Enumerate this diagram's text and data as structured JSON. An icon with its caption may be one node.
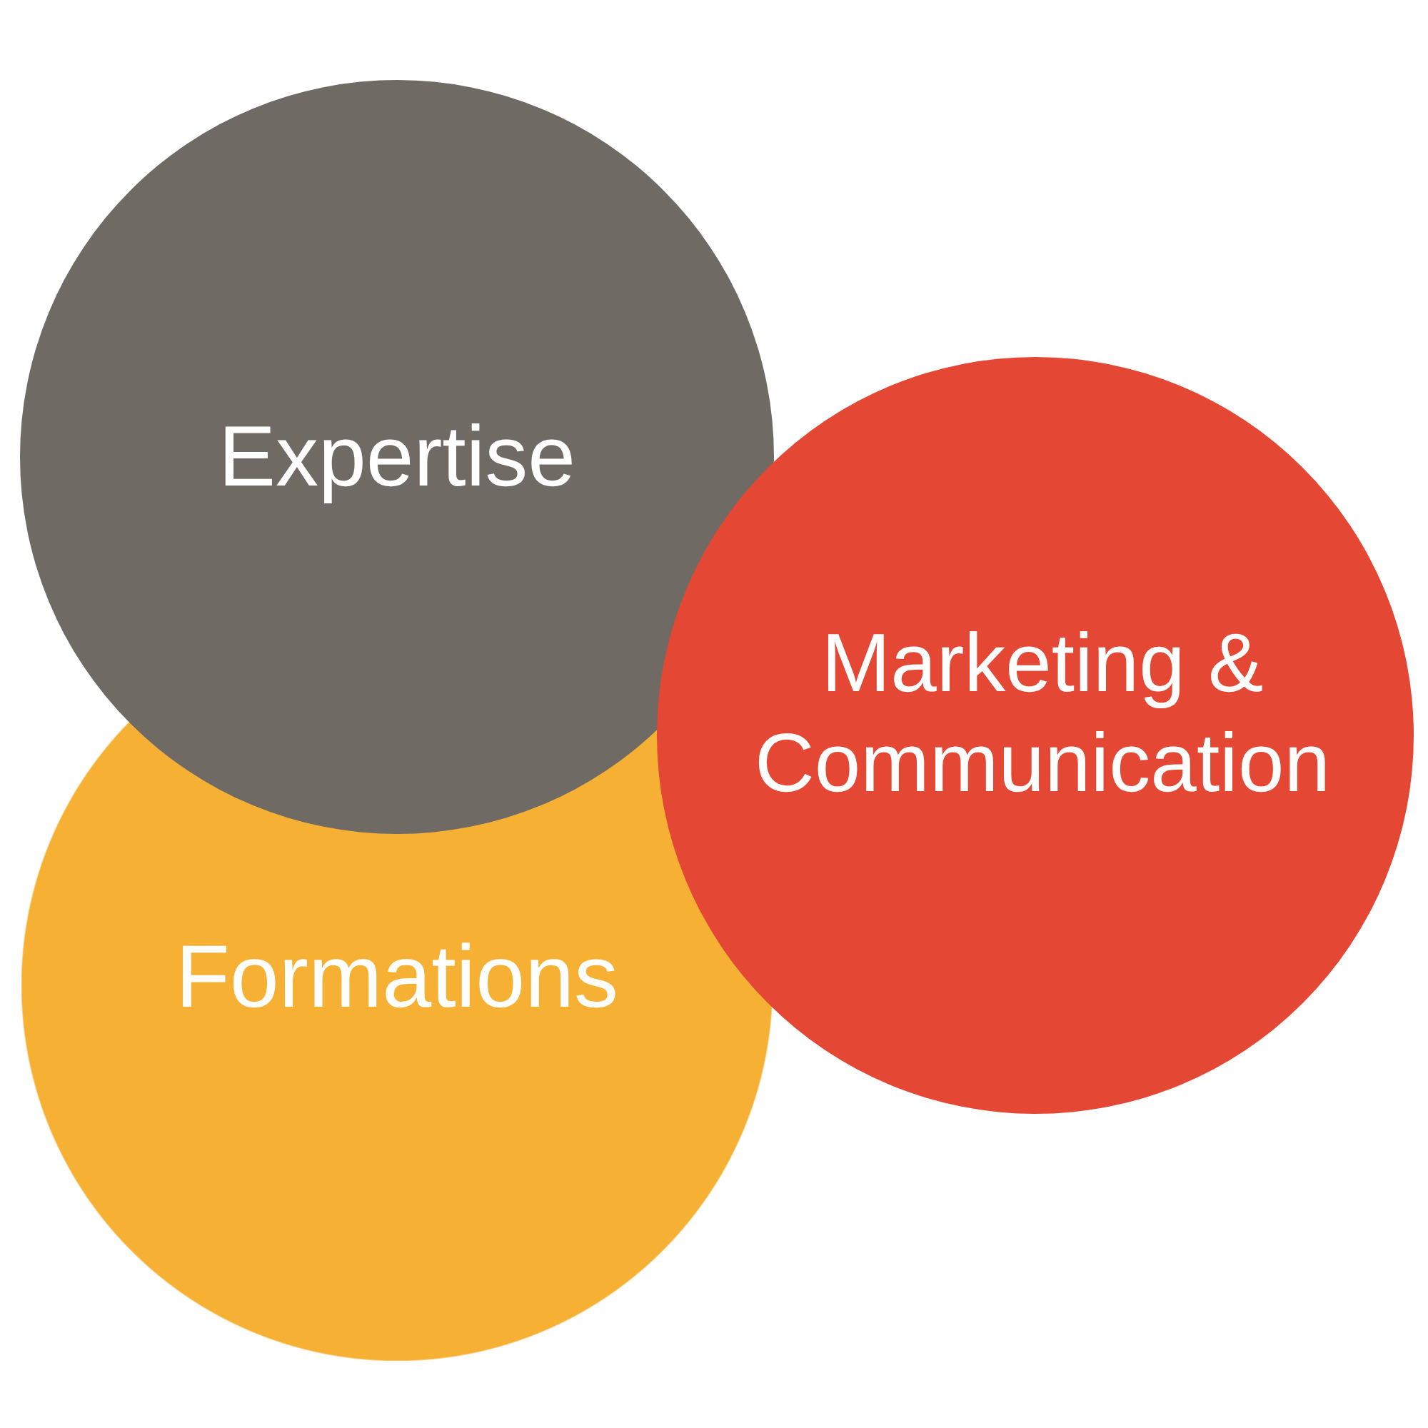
{
  "diagram": {
    "nodes": [
      {
        "text": [
          "Expertise"
        ]
      },
      {
        "text": [
          "Marketing & Communication"
        ]
      },
      {
        "text": [
          "Formations"
        ]
      }
    ]
  }
}
